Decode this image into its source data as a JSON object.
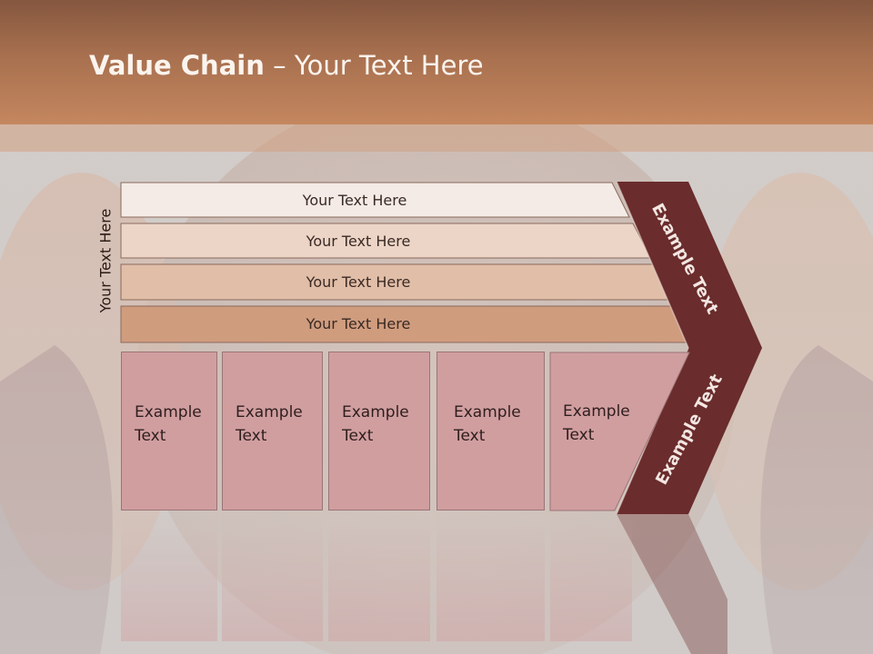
{
  "title": {
    "bold": "Value Chain",
    "rest": " – Your Text Here"
  },
  "side_label": "Your Text Here",
  "bars": [
    {
      "label": "Your Text Here",
      "color": "#f4ebe6"
    },
    {
      "label": "Your Text Here",
      "color": "#ecd5c7"
    },
    {
      "label": "Your Text Here",
      "color": "#e1bea8"
    },
    {
      "label": "Your Text Here",
      "color": "#d09c7e"
    }
  ],
  "columns": [
    {
      "line1": "Example",
      "line2": "Text"
    },
    {
      "line1": "Example",
      "line2": "Text"
    },
    {
      "line1": "Example",
      "line2": "Text"
    },
    {
      "line1": "Example",
      "line2": "Text"
    },
    {
      "line1": "Example",
      "line2": "Text"
    }
  ],
  "chevron_upper_label": "Example Text",
  "chevron_lower_label": "Example Text",
  "colors": {
    "chevron": "#6a2c2c",
    "header": "#b07654",
    "column": "#d19ea0"
  }
}
